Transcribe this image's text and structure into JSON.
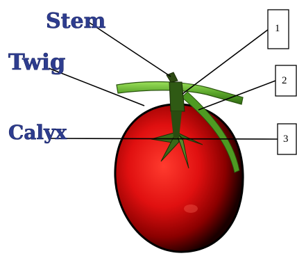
{
  "labels": {
    "stem": "Stem",
    "twig": "Twig",
    "calyx": "Calyx"
  },
  "callouts": {
    "one": "1",
    "two": "2",
    "three": "3"
  },
  "colors": {
    "label_blue": "#2e3d8f",
    "fruit_red": "#e01010",
    "twig_green": "#6ab232"
  }
}
